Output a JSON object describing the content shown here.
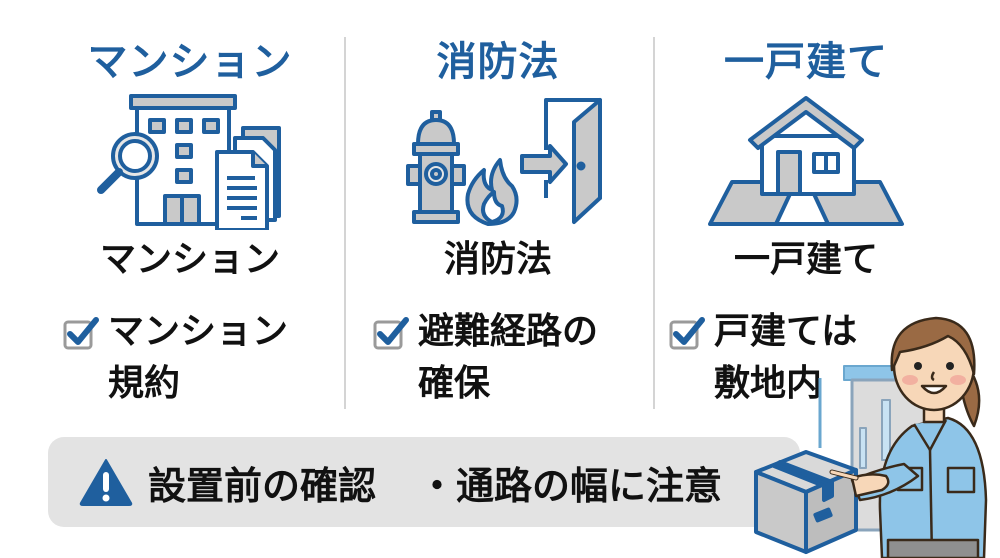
{
  "columns": [
    {
      "title": "マンション",
      "icon": "apartment-document-search-icon",
      "subtitle": "マンション",
      "check_item": {
        "checked": true,
        "text": "マンション規約"
      }
    },
    {
      "title": "消防法",
      "icon": "fire-hydrant-flame-exit-icon",
      "subtitle": "消防法",
      "check_item": {
        "checked": true,
        "text": "避難経路の確保"
      }
    },
    {
      "title": "一戸建て",
      "icon": "house-lot-icon",
      "subtitle": "一戸建て",
      "check_item": {
        "checked": true,
        "text": "戸建ては敷地内"
      }
    }
  ],
  "warning_bar": {
    "icon": "warning-triangle-icon",
    "title": "設置前の確認",
    "note": "・通路の幅に注意"
  },
  "illustration": {
    "description": "worker-woman-pointing-at-box",
    "elements": [
      "cardboard-box-icon",
      "storage-unit",
      "worker-woman"
    ]
  },
  "colors": {
    "accent_blue": "#1f5f9e",
    "icon_fill_gray": "#c9c9c9",
    "divider_gray": "#d4d4d4",
    "warning_bar_bg": "#e3e3e3",
    "uniform_blue": "#8ec5e8",
    "text_black": "#111111"
  }
}
